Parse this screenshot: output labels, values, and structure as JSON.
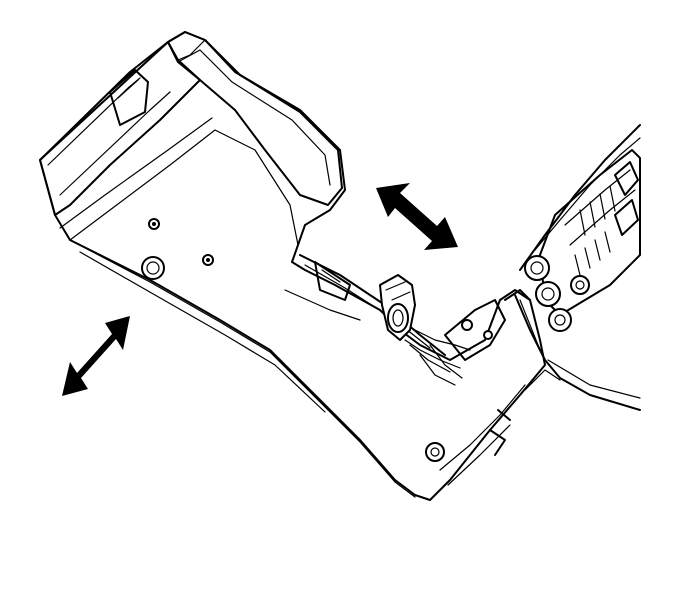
{
  "colors": {
    "background": "#ffffff",
    "ink": "#000000"
  },
  "arrows": [
    {
      "name": "double-arrow-lower-left",
      "direction": "bidirectional"
    },
    {
      "name": "double-arrow-upper-right",
      "direction": "bidirectional"
    }
  ]
}
